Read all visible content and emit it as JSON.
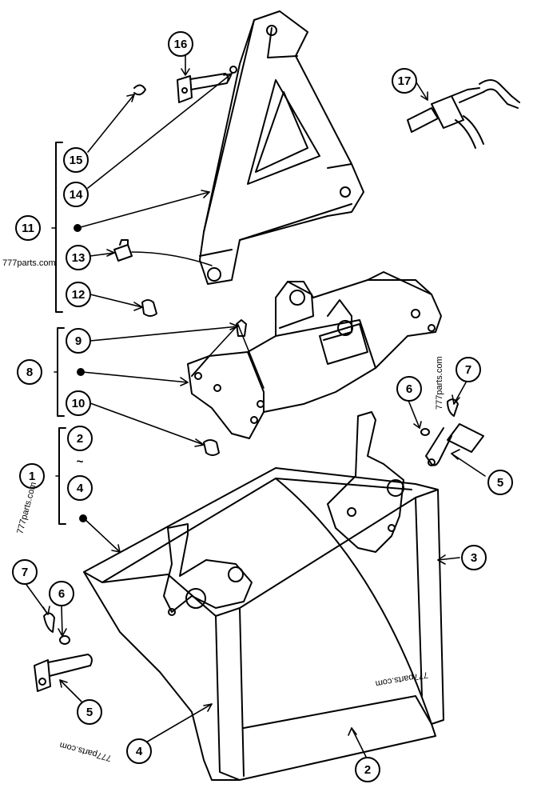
{
  "callouts": {
    "c16": "16",
    "c17": "17",
    "c15": "15",
    "c14": "14",
    "c11": "11",
    "c13": "13",
    "c12": "12",
    "c9": "9",
    "c8": "8",
    "c10": "10",
    "c2a": "2",
    "c4a": "4",
    "c1": "1",
    "c6a": "6",
    "c7a": "7",
    "c5a": "5",
    "c3": "3",
    "c7b": "7",
    "c6b": "6",
    "c5b": "5",
    "c4b": "4",
    "c2b": "2"
  },
  "range_tilde": "~",
  "watermarks": {
    "w1": "777parts.com",
    "w2": "777parts.com",
    "w3": "777parts.com",
    "w4": "777parts.com",
    "w5": "777parts.com"
  }
}
